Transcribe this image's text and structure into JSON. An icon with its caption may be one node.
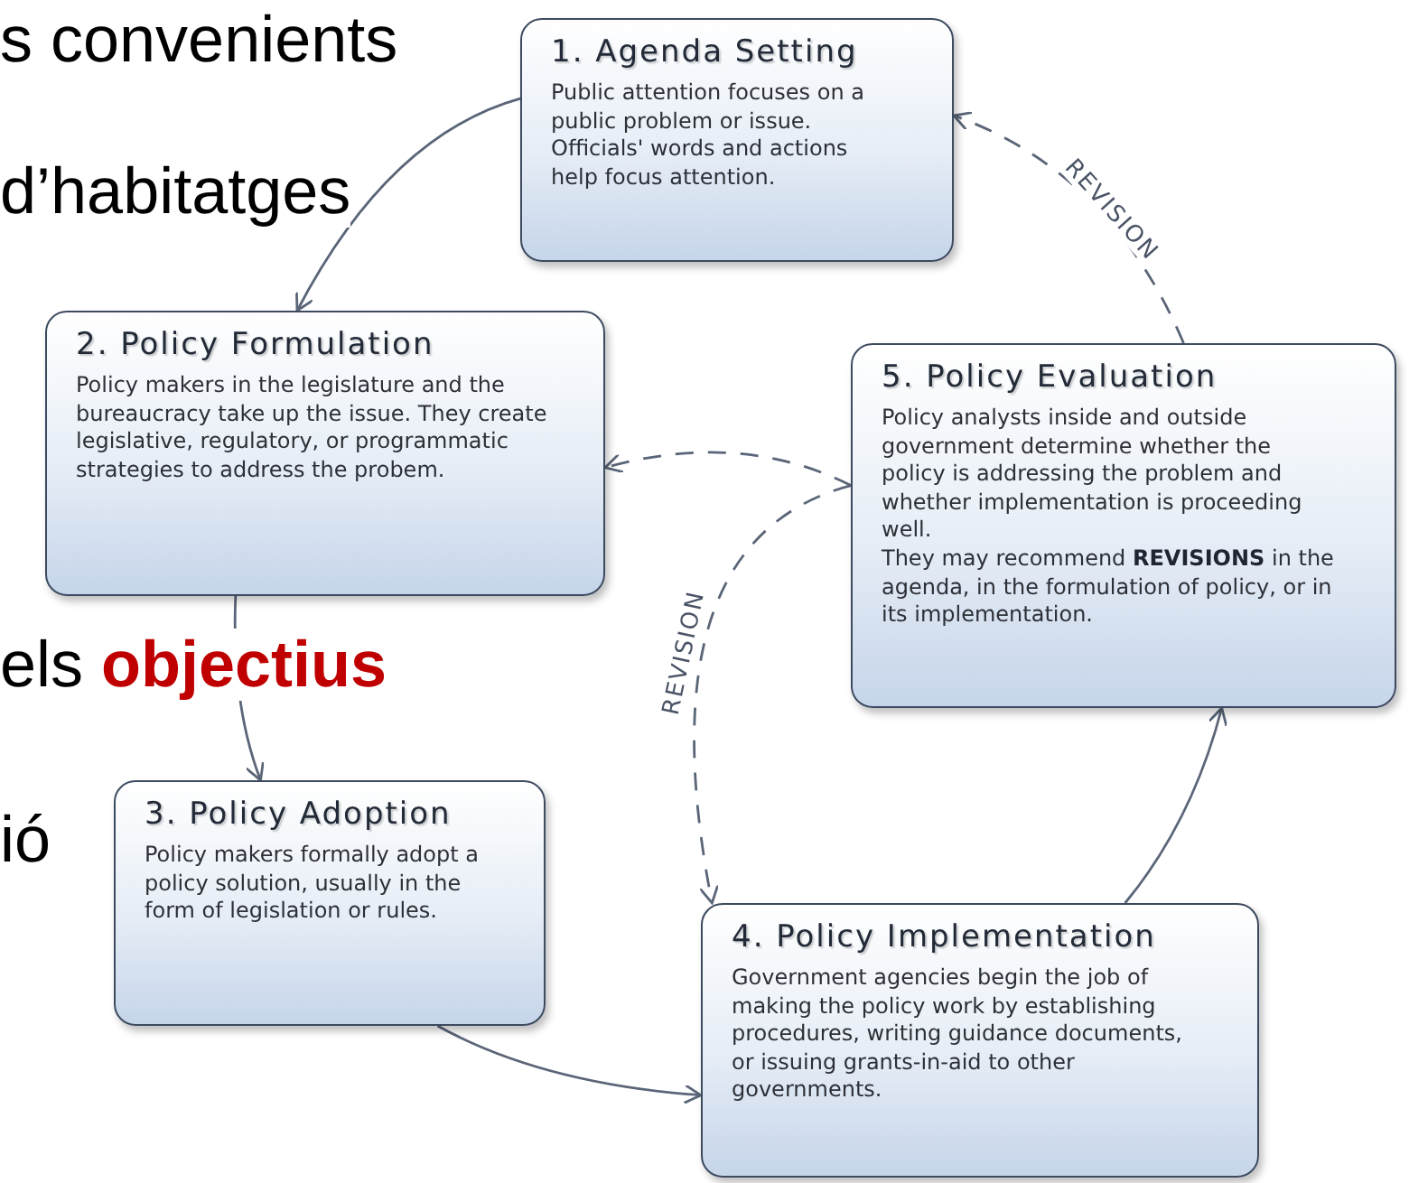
{
  "diagram": {
    "nodes": [
      {
        "text": [
          "1. Agenda Setting",
          "Public attention focuses on a public problem or issue. Officials' words and actions help focus attention."
        ]
      },
      {
        "text": [
          "2. Policy Formulation",
          "Policy makers in the legislature and the bureaucracy take up the issue. They create legislative, regulatory, or programmatic strategies to address the probem."
        ]
      },
      {
        "text": [
          "3. Policy Adoption",
          "Policy makers formally adopt a policy solution, usually in the form of legislation or rules."
        ]
      },
      {
        "text": [
          "4. Policy Implementation",
          "Government agencies begin the job of making the policy work by establishing procedures, writing guidance documents, or issuing grants-in-aid to other governments."
        ]
      },
      {
        "text": [
          "5. Policy Evaluation",
          "Policy analysts inside and outside government determine whether the policy is addressing the problem and whether implementation is proceeding well.",
          "They may recommend **REVISIONS** in the agenda, in the formulation of policy, or in its implementation."
        ]
      }
    ],
    "edges": [
      {
        "from": 0,
        "to": 1,
        "arrow": "to"
      },
      {
        "from": 1,
        "to": 2,
        "arrow": "to"
      },
      {
        "from": 2,
        "to": 3,
        "arrow": "to"
      },
      {
        "from": 3,
        "to": 4,
        "arrow": "to"
      },
      {
        "from": 4,
        "to": 0,
        "arrow": "to",
        "style": "dashed",
        "label": "REVISION"
      },
      {
        "from": 4,
        "to": 1,
        "arrow": "to",
        "style": "dashed"
      },
      {
        "from": 4,
        "to": 3,
        "arrow": "to",
        "style": "dashed",
        "label": "REVISION"
      }
    ],
    "labels": [
      "s convenients",
      "d’habitatges",
      "els **objectius**",
      "ió"
    ]
  }
}
